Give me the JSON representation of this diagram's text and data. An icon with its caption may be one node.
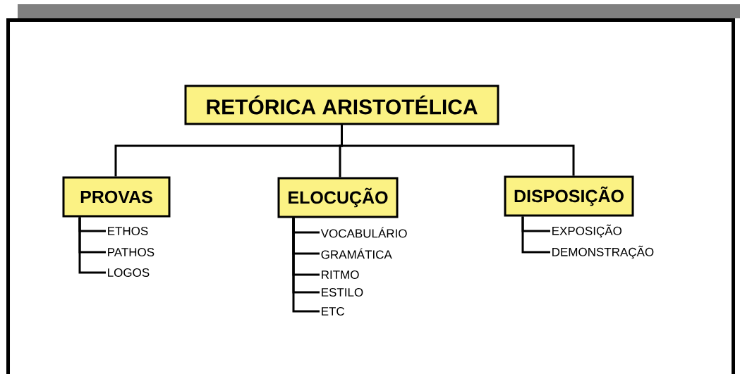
{
  "diagram": {
    "nodes": [
      {
        "text": [
          "RETÓRICA ARISTOTÉLICA"
        ]
      },
      {
        "text": [
          "PROVAS"
        ]
      },
      {
        "text": [
          "ELOCUÇÃO"
        ]
      },
      {
        "text": [
          "DISPOSIÇÃO"
        ]
      },
      {
        "text": [
          "ETHOS"
        ]
      },
      {
        "text": [
          "PATHOS"
        ]
      },
      {
        "text": [
          "LOGOS"
        ]
      },
      {
        "text": [
          "VOCABULÁRIO"
        ]
      },
      {
        "text": [
          "GRAMÁTICA"
        ]
      },
      {
        "text": [
          "RITMO"
        ]
      },
      {
        "text": [
          "ESTILO"
        ]
      },
      {
        "text": [
          "ETC"
        ]
      },
      {
        "text": [
          "EXPOSIÇÃO"
        ]
      },
      {
        "text": [
          "DEMONSTRAÇÃO"
        ]
      }
    ],
    "edges": [
      {
        "from": 0,
        "to": 1,
        "arrow": "none"
      },
      {
        "from": 0,
        "to": 2,
        "arrow": "none"
      },
      {
        "from": 0,
        "to": 3,
        "arrow": "none"
      },
      {
        "from": 1,
        "to": 4,
        "arrow": "none"
      },
      {
        "from": 1,
        "to": 5,
        "arrow": "none"
      },
      {
        "from": 1,
        "to": 6,
        "arrow": "none"
      },
      {
        "from": 2,
        "to": 7,
        "arrow": "none"
      },
      {
        "from": 2,
        "to": 8,
        "arrow": "none"
      },
      {
        "from": 2,
        "to": 9,
        "arrow": "none"
      },
      {
        "from": 2,
        "to": 10,
        "arrow": "none"
      },
      {
        "from": 2,
        "to": 11,
        "arrow": "none"
      },
      {
        "from": 3,
        "to": 12,
        "arrow": "none"
      },
      {
        "from": 3,
        "to": 13,
        "arrow": "none"
      }
    ]
  }
}
